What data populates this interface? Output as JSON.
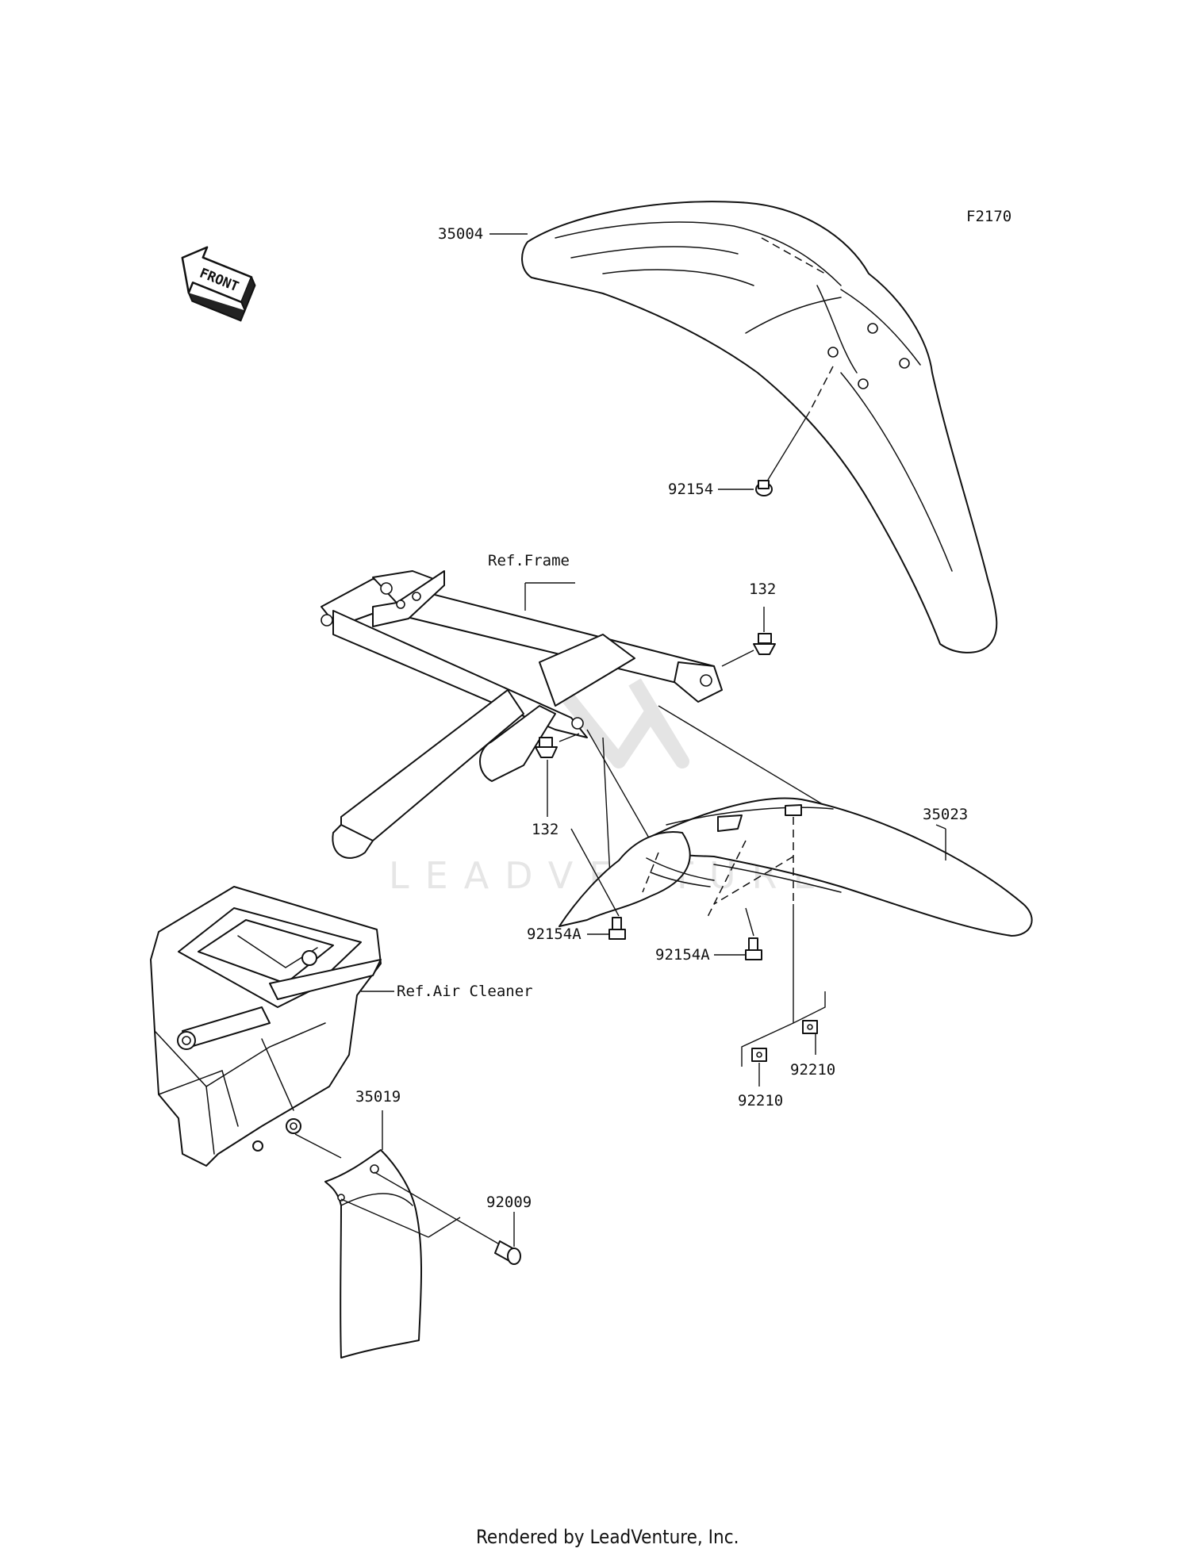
{
  "diagram": {
    "diagram_code": "F2170",
    "front_label": "FRONT",
    "watermark": "LEADVENTURE",
    "footer": "Rendered by LeadVenture, Inc.",
    "callouts": {
      "front_fender": "35004",
      "front_fender_bolt": "92154",
      "ref_frame": "Ref.Frame",
      "frame_bolt_right": "132",
      "frame_bolt_left": "132",
      "rear_fender": "35023",
      "rear_fender_bolt_left": "92154A",
      "rear_fender_bolt_right": "92154A",
      "ref_air_cleaner": "Ref.Air Cleaner",
      "nut_right": "92210",
      "nut_left": "92210",
      "side_flap": "35019",
      "side_flap_screw": "92009"
    }
  }
}
